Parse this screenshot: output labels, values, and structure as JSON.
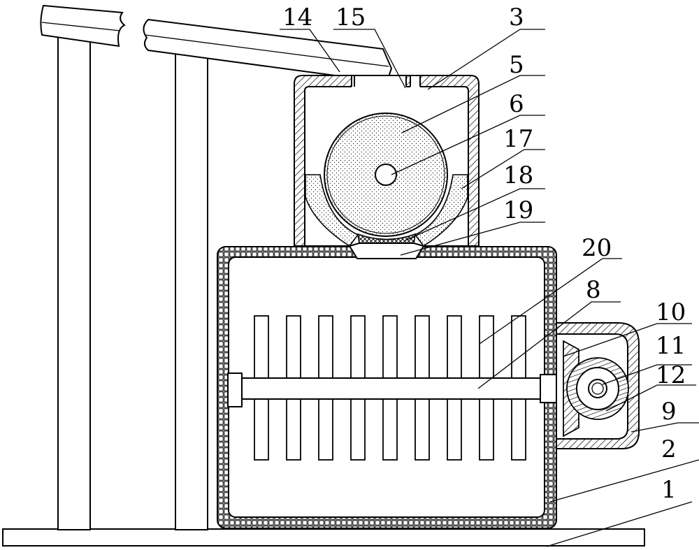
{
  "callouts": [
    {
      "id": "1",
      "text": "1"
    },
    {
      "id": "2",
      "text": "2"
    },
    {
      "id": "3",
      "text": "3"
    },
    {
      "id": "5",
      "text": "5"
    },
    {
      "id": "6",
      "text": "6"
    },
    {
      "id": "8",
      "text": "8"
    },
    {
      "id": "9",
      "text": "9"
    },
    {
      "id": "10",
      "text": "10"
    },
    {
      "id": "11",
      "text": "11"
    },
    {
      "id": "12",
      "text": "12"
    },
    {
      "id": "14",
      "text": "14"
    },
    {
      "id": "15",
      "text": "15"
    },
    {
      "id": "17",
      "text": "17"
    },
    {
      "id": "18",
      "text": "18"
    },
    {
      "id": "19",
      "text": "19"
    },
    {
      "id": "20",
      "text": "20"
    }
  ]
}
